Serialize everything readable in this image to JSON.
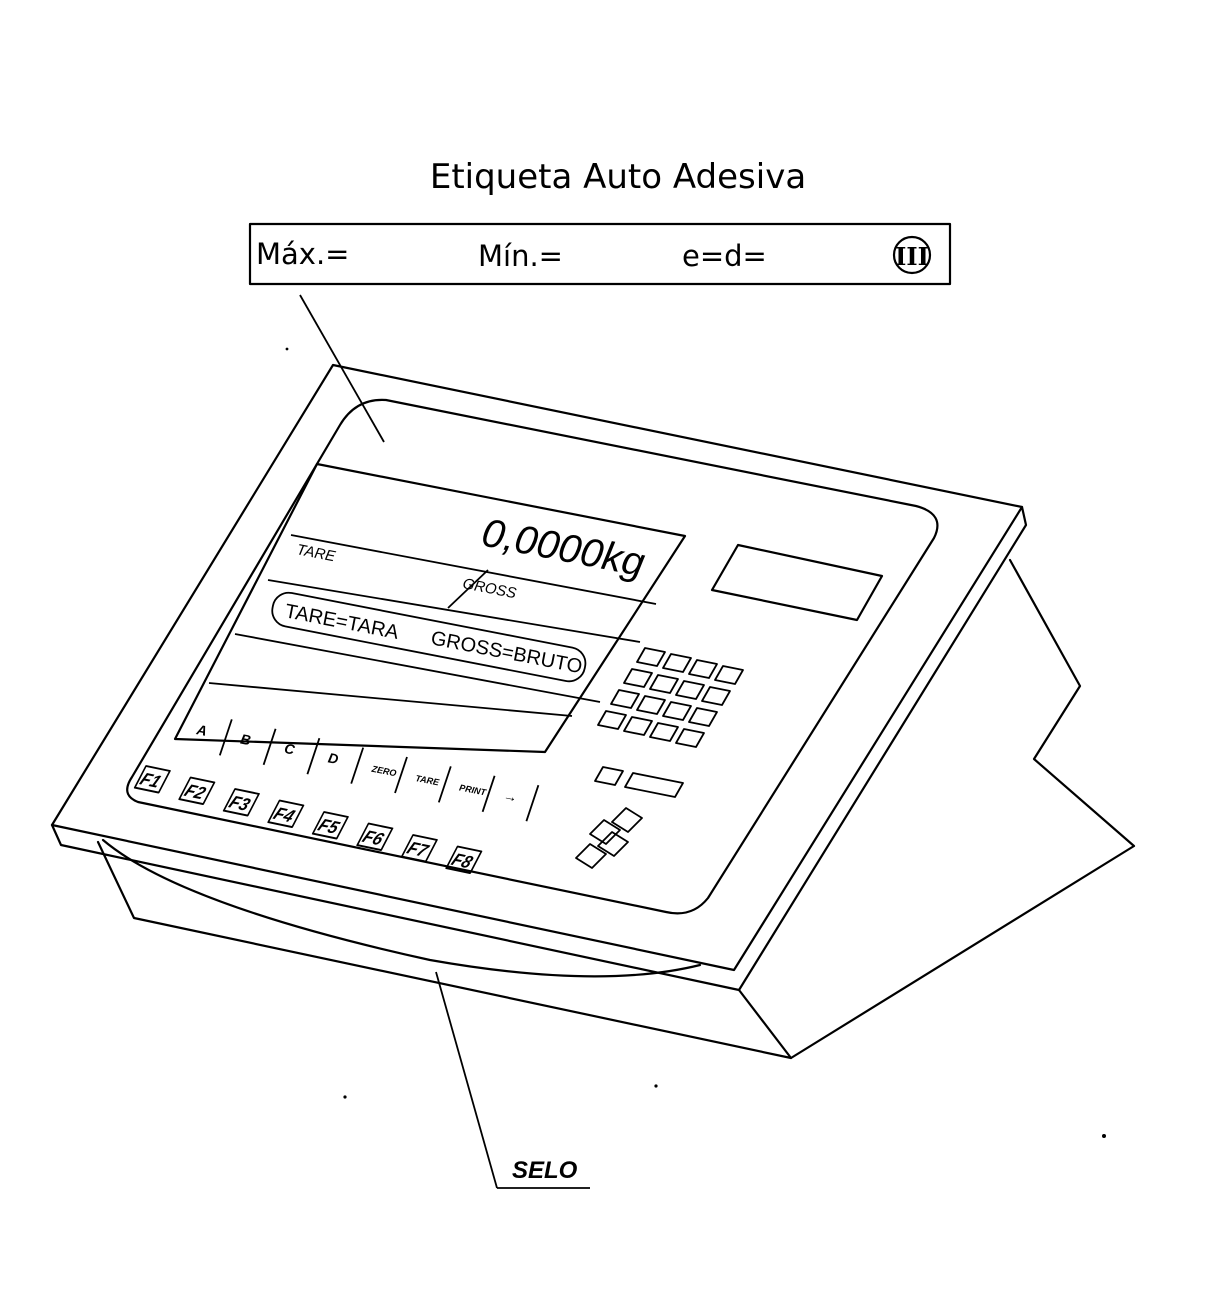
{
  "title": "Etiqueta Auto Adesiva",
  "label": {
    "max": "Máx.=",
    "min": "Mín.=",
    "e_d": "e=d=",
    "accuracy_class": "III"
  },
  "display": {
    "weight": "0,0000kg",
    "tare_field": "TARE",
    "gross_field": "GROSS",
    "legend_tare": "TARE=TARA",
    "legend_gross": "GROSS=BRUTO",
    "soft_keys": [
      "A",
      "B",
      "C",
      "D",
      "ZERO",
      "TARE",
      "PRINT",
      "→"
    ]
  },
  "function_keys": [
    "F1",
    "F2",
    "F3",
    "F4",
    "F5",
    "F6",
    "F7",
    "F8"
  ],
  "seal_label": "SELO"
}
